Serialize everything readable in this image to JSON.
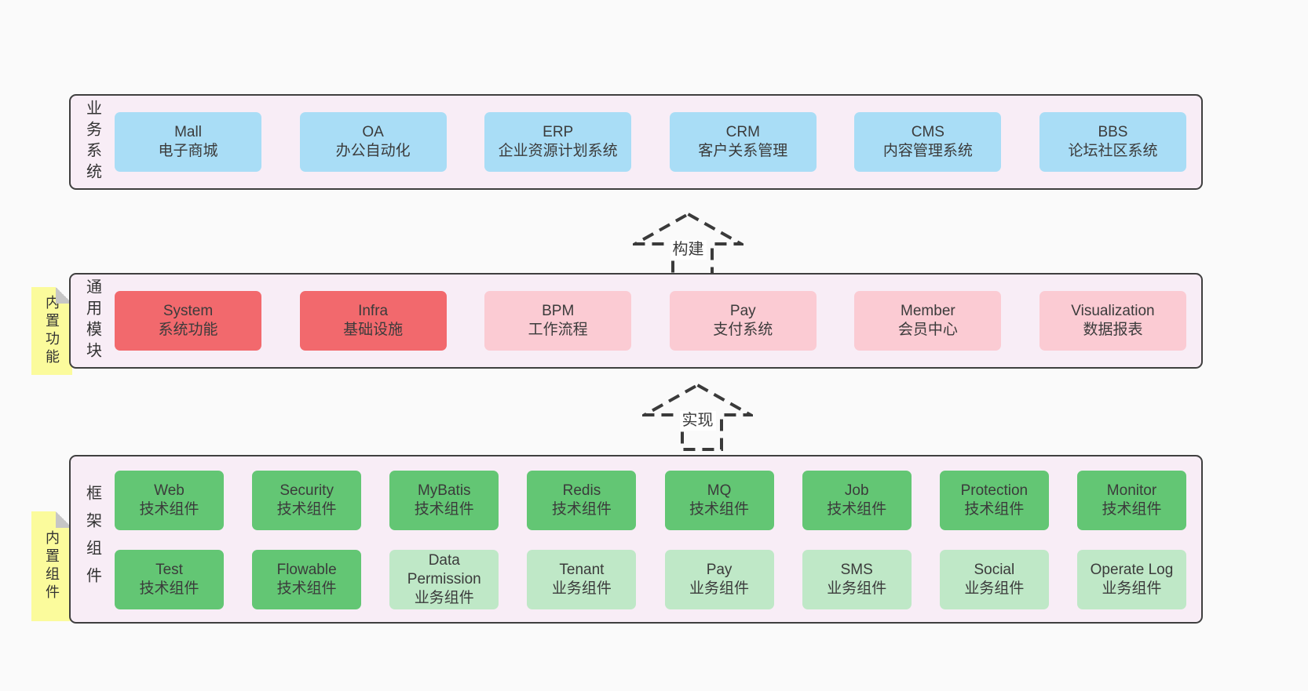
{
  "palette": {
    "page_bg": "#fafafa",
    "layer_bg": "#f8edf6",
    "layer_border": "#3f3f3f",
    "blue_box": "#a9ddf6",
    "red_box": "#f2696d",
    "pink_box": "#fbcbd3",
    "green_box": "#63c674",
    "green_light_box": "#bfe8c7",
    "sticky_yellow": "#fbfb9c",
    "sticky_fold_gray": "#c6c6c6",
    "text": "#3b3b3b"
  },
  "arrows": [
    {
      "label": "构建",
      "direction": "up"
    },
    {
      "label": "实现",
      "direction": "up"
    }
  ],
  "layers": [
    {
      "label": "业务系统",
      "boxes": [
        {
          "title": "Mall",
          "subtitle": "电子商城"
        },
        {
          "title": "OA",
          "subtitle": "办公自动化"
        },
        {
          "title": "ERP",
          "subtitle": "企业资源计划系统"
        },
        {
          "title": "CRM",
          "subtitle": "客户关系管理"
        },
        {
          "title": "CMS",
          "subtitle": "内容管理系统"
        },
        {
          "title": "BBS",
          "subtitle": "论坛社区系统"
        }
      ]
    },
    {
      "label": "通用模块",
      "sticky": "内置功能",
      "boxes": [
        {
          "title": "System",
          "subtitle": "系统功能",
          "kind": "core"
        },
        {
          "title": "Infra",
          "subtitle": "基础设施",
          "kind": "core"
        },
        {
          "title": "BPM",
          "subtitle": "工作流程",
          "kind": "optional"
        },
        {
          "title": "Pay",
          "subtitle": "支付系统",
          "kind": "optional"
        },
        {
          "title": "Member",
          "subtitle": "会员中心",
          "kind": "optional"
        },
        {
          "title": "Visualization",
          "subtitle": "数据报表",
          "kind": "optional"
        }
      ]
    },
    {
      "label": "框架组件",
      "sticky": "内置组件",
      "rows": [
        [
          {
            "title": "Web",
            "subtitle": "技术组件"
          },
          {
            "title": "Security",
            "subtitle": "技术组件"
          },
          {
            "title": "MyBatis",
            "subtitle": "技术组件"
          },
          {
            "title": "Redis",
            "subtitle": "技术组件"
          },
          {
            "title": "MQ",
            "subtitle": "技术组件"
          },
          {
            "title": "Job",
            "subtitle": "技术组件"
          },
          {
            "title": "Protection",
            "subtitle": "技术组件"
          },
          {
            "title": "Monitor",
            "subtitle": "技术组件"
          }
        ],
        [
          {
            "title": "Test",
            "subtitle": "技术组件"
          },
          {
            "title": "Flowable",
            "subtitle": "技术组件"
          },
          {
            "title": "Data Permission",
            "subtitle": "业务组件"
          },
          {
            "title": "Tenant",
            "subtitle": "业务组件"
          },
          {
            "title": "Pay",
            "subtitle": "业务组件"
          },
          {
            "title": "SMS",
            "subtitle": "业务组件"
          },
          {
            "title": "Social",
            "subtitle": "业务组件"
          },
          {
            "title": "Operate Log",
            "subtitle": "业务组件"
          }
        ]
      ]
    }
  ]
}
